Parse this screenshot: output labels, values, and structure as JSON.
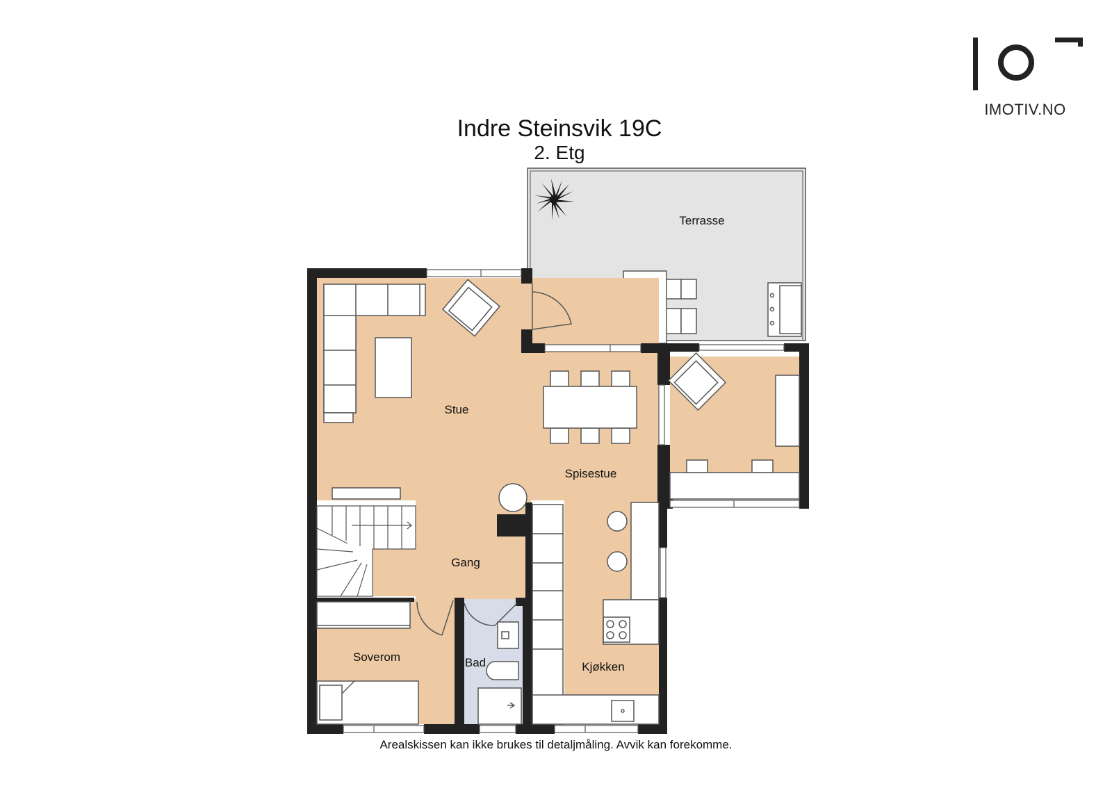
{
  "header": {
    "title": "Indre Steinsvik 19C",
    "floor": "2. Etg"
  },
  "brand": {
    "name": "IMOTIV.NO",
    "logo_mark": "I o -"
  },
  "rooms": {
    "terrasse": "Terrasse",
    "stue": "Stue",
    "spisestue": "Spisestue",
    "gang": "Gang",
    "soverom": "Soverom",
    "bad": "Bad",
    "kjokken": "Kjøkken"
  },
  "footer": {
    "disclaimer": "Arealskissen kan ikke brukes til detaljmåling. Avvik kan forekomme."
  },
  "colors": {
    "floor": "#edcaa4",
    "wall": "#222222",
    "terrace": "#e4e4e4",
    "bath": "#d6dde8",
    "furniture": "#ffffff",
    "outline": "#555555"
  }
}
